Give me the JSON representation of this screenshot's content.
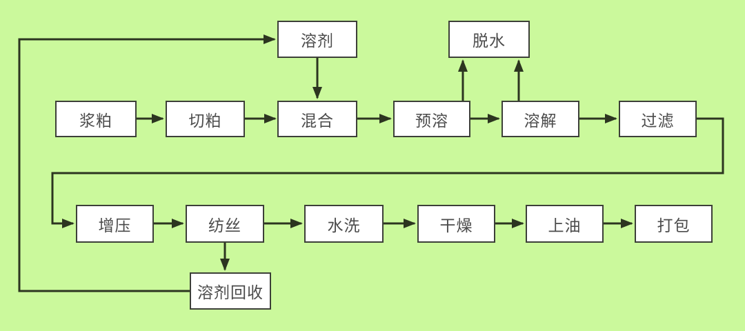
{
  "diagram": {
    "type": "flowchart",
    "description": "Fiber production process flow with solvent recovery loop"
  },
  "colors": {
    "bg": "#cbf99c",
    "node-fill": "#ffffff",
    "node-border": "#3c3f38",
    "line": "#2c3520",
    "text": "#4b4b4b"
  },
  "nodes": [
    {
      "id": "jiangpo",
      "label": "浆粕"
    },
    {
      "id": "qiepo",
      "label": "切粕"
    },
    {
      "id": "hunhe",
      "label": "混合"
    },
    {
      "id": "yurong",
      "label": "预溶"
    },
    {
      "id": "rongjie",
      "label": "溶解"
    },
    {
      "id": "guolv",
      "label": "过滤"
    },
    {
      "id": "rongji",
      "label": "溶剂"
    },
    {
      "id": "tuoshui",
      "label": "脱水"
    },
    {
      "id": "zengya",
      "label": "增压"
    },
    {
      "id": "fangsi",
      "label": "纺丝"
    },
    {
      "id": "shuixi",
      "label": "水洗"
    },
    {
      "id": "ganzao",
      "label": "干燥"
    },
    {
      "id": "shangyou",
      "label": "上油"
    },
    {
      "id": "dabao",
      "label": "打包"
    },
    {
      "id": "rongjihuishou",
      "label": "溶剂回收"
    }
  ],
  "edges": [
    {
      "from": "浆粕",
      "to": "切粕"
    },
    {
      "from": "切粕",
      "to": "混合"
    },
    {
      "from": "溶剂",
      "to": "混合"
    },
    {
      "from": "混合",
      "to": "预溶"
    },
    {
      "from": "预溶",
      "to": "溶解"
    },
    {
      "from": "预溶",
      "to": "脱水"
    },
    {
      "from": "溶解",
      "to": "脱水"
    },
    {
      "from": "溶解",
      "to": "过滤"
    },
    {
      "from": "过滤",
      "to": "增压"
    },
    {
      "from": "增压",
      "to": "纺丝"
    },
    {
      "from": "纺丝",
      "to": "水洗"
    },
    {
      "from": "水洗",
      "to": "干燥"
    },
    {
      "from": "干燥",
      "to": "上油"
    },
    {
      "from": "上油",
      "to": "打包"
    },
    {
      "from": "纺丝",
      "to": "溶剂回收"
    },
    {
      "from": "溶剂回收",
      "to": "溶剂"
    }
  ]
}
